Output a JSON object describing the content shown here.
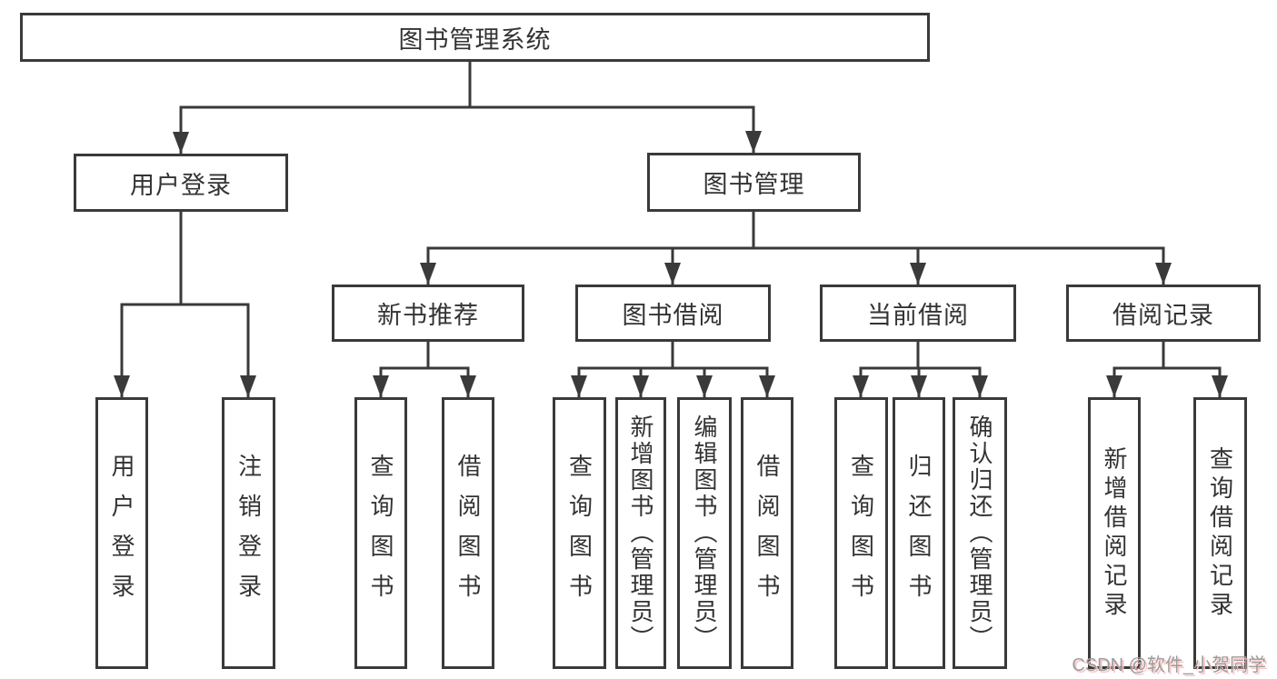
{
  "diagram": {
    "root": {
      "label": "图书管理系统"
    },
    "level2": [
      {
        "label": "用户登录"
      },
      {
        "label": "图书管理"
      }
    ],
    "level3": [
      {
        "label": "新书推荐"
      },
      {
        "label": "图书借阅"
      },
      {
        "label": "当前借阅"
      },
      {
        "label": "借阅记录"
      }
    ],
    "leaves": [
      {
        "label": "用户登录"
      },
      {
        "label": "注销登录"
      },
      {
        "label": "查询图书"
      },
      {
        "label": "借阅图书"
      },
      {
        "label": "查询图书"
      },
      {
        "label": "新增图书（管理员）"
      },
      {
        "label": "编辑图书（管理员）"
      },
      {
        "label": "借阅图书"
      },
      {
        "label": "查询图书"
      },
      {
        "label": "归还图书"
      },
      {
        "label": "确认归还（管理员）"
      },
      {
        "label": "新增借阅记录"
      },
      {
        "label": "查询借阅记录"
      }
    ]
  },
  "watermark": {
    "text": "CSDN @软件_小贺同学"
  },
  "colors": {
    "line": "#3a3a3a",
    "text": "#333333",
    "watermark": "#9c9c9c",
    "watermark_shadow": "#ffc4c4"
  }
}
